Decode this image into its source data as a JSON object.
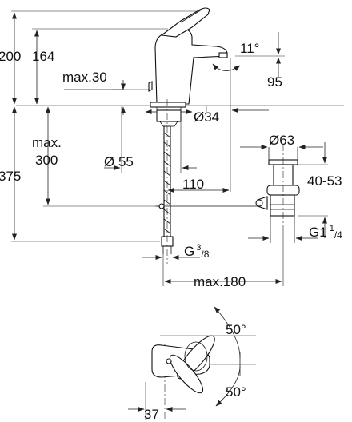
{
  "labels": {
    "h200": "200",
    "h164": "164",
    "max30": "max.30",
    "a11": "11°",
    "d95": "95",
    "d34": "Ø34",
    "max": "max.",
    "h300": "300",
    "h375": "375",
    "d55": "Ø 55",
    "d110": "110",
    "d63": "Ø63",
    "r4053": "40-53",
    "g114_main": "G1",
    "g114_sup": "1",
    "g114_sub": "/4",
    "g38_main": "G",
    "g38_sup": "3",
    "g38_sub": "/8",
    "max180": "max.180",
    "a50_top": "50°",
    "a50_bottom": "50°",
    "d37": "37"
  }
}
